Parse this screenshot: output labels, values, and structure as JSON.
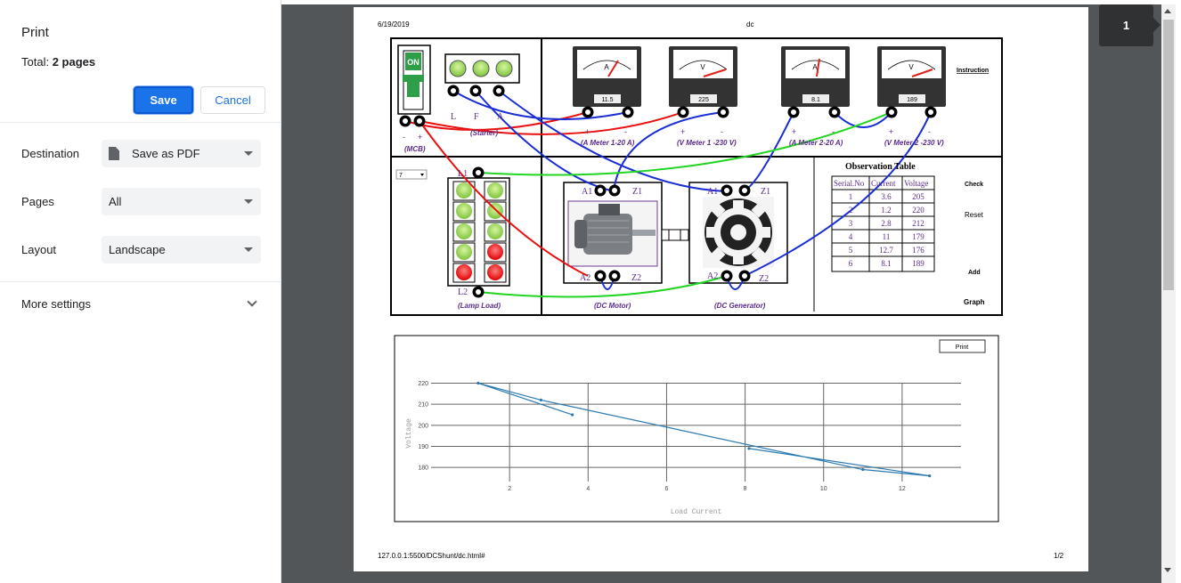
{
  "print_panel": {
    "title": "Print",
    "total_label": "Total:",
    "total_value": "2 pages",
    "save_label": "Save",
    "cancel_label": "Cancel",
    "destination_label": "Destination",
    "destination_value": "Save as PDF",
    "pages_label": "Pages",
    "pages_value": "All",
    "layout_label": "Layout",
    "layout_value": "Landscape",
    "more_settings_label": "More settings"
  },
  "page_indicator": "1",
  "document": {
    "header_date": "6/19/2019",
    "header_title": "dc",
    "footer_url": "127.0.0.1:5500/DCShunt/dc.html#",
    "footer_page": "1/2"
  },
  "circuit": {
    "mcb_switch_text": "ON",
    "mcb_label": "(MCB)",
    "starter_label": "(Starter)",
    "starter_terminals": [
      "L",
      "F",
      "A"
    ],
    "meters": [
      {
        "symbol": "A",
        "reading": "11.5",
        "label": "(A Meter 1-20 A)"
      },
      {
        "symbol": "V",
        "reading": "225",
        "label": "(V Meter 1 -230 V)"
      },
      {
        "symbol": "A",
        "reading": "8.1",
        "label": "(A Meter 2-20 A)"
      },
      {
        "symbol": "V",
        "reading": "189",
        "label": "(V Meter 2 -230 V)"
      }
    ],
    "instruction_link": "Instruction",
    "lamp_select_value": "7",
    "lamp_load_label": "(Lamp Load)",
    "lamp_terminals": [
      "L1",
      "L2"
    ],
    "motor_label": "(DC Motor)",
    "generator_label": "(DC Generator)",
    "terminals": [
      "A1",
      "Z1",
      "A2",
      "Z2"
    ],
    "pm": [
      "+",
      "-"
    ],
    "observation_title": "Observation Table",
    "table_headers": [
      "Serial.No",
      "Current",
      "Voltage"
    ],
    "table_rows": [
      [
        "1",
        "3.6",
        "205"
      ],
      [
        "2",
        "1.2",
        "220"
      ],
      [
        "3",
        "2.8",
        "212"
      ],
      [
        "4",
        "11",
        "179"
      ],
      [
        "5",
        "12.7",
        "176"
      ],
      [
        "6",
        "8.1",
        "189"
      ]
    ],
    "buttons": {
      "check": "Check",
      "reset": "Reset",
      "add": "Add",
      "graph": "Graph"
    }
  },
  "chart_print_button": "Print",
  "chart_data": {
    "type": "line",
    "xlabel": "Load Current",
    "ylabel": "Voltage",
    "xlim": [
      0,
      13.5
    ],
    "ylim": [
      175,
      224
    ],
    "xticks": [
      2,
      4,
      6,
      8,
      10,
      12
    ],
    "yticks": [
      180,
      190,
      200,
      210,
      220
    ],
    "grid": true,
    "series": [
      {
        "x": [
          3.6,
          1.2,
          2.8,
          11,
          12.7,
          8.1
        ],
        "y": [
          205,
          220,
          212,
          179,
          176,
          189
        ]
      }
    ],
    "color": "#2a7ab0"
  }
}
